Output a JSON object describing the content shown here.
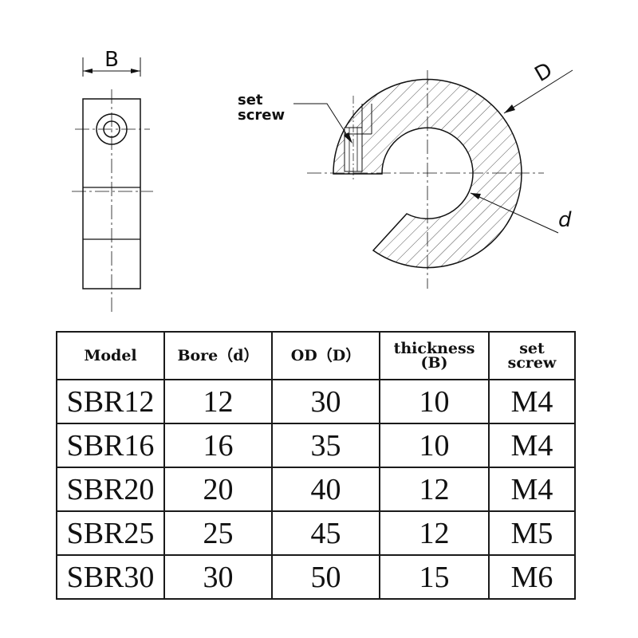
{
  "drawing": {
    "labels": {
      "thickness": "B",
      "outer_diameter": "D",
      "bore": "d",
      "set_screw_line1": "set",
      "set_screw_line2": "screw"
    }
  },
  "table": {
    "headers": [
      {
        "line1": "Model",
        "line2": ""
      },
      {
        "line1": "Bore（d）",
        "line2": ""
      },
      {
        "line1": "OD（D）",
        "line2": ""
      },
      {
        "line1": "thickness",
        "line2": "(B)"
      },
      {
        "line1": "set",
        "line2": "screw"
      }
    ],
    "rows": [
      [
        "SBR12",
        "12",
        "30",
        "10",
        "M4"
      ],
      [
        "SBR16",
        "16",
        "35",
        "10",
        "M4"
      ],
      [
        "SBR20",
        "20",
        "40",
        "12",
        "M4"
      ],
      [
        "SBR25",
        "25",
        "45",
        "12",
        "M5"
      ],
      [
        "SBR30",
        "30",
        "50",
        "15",
        "M6"
      ]
    ]
  }
}
